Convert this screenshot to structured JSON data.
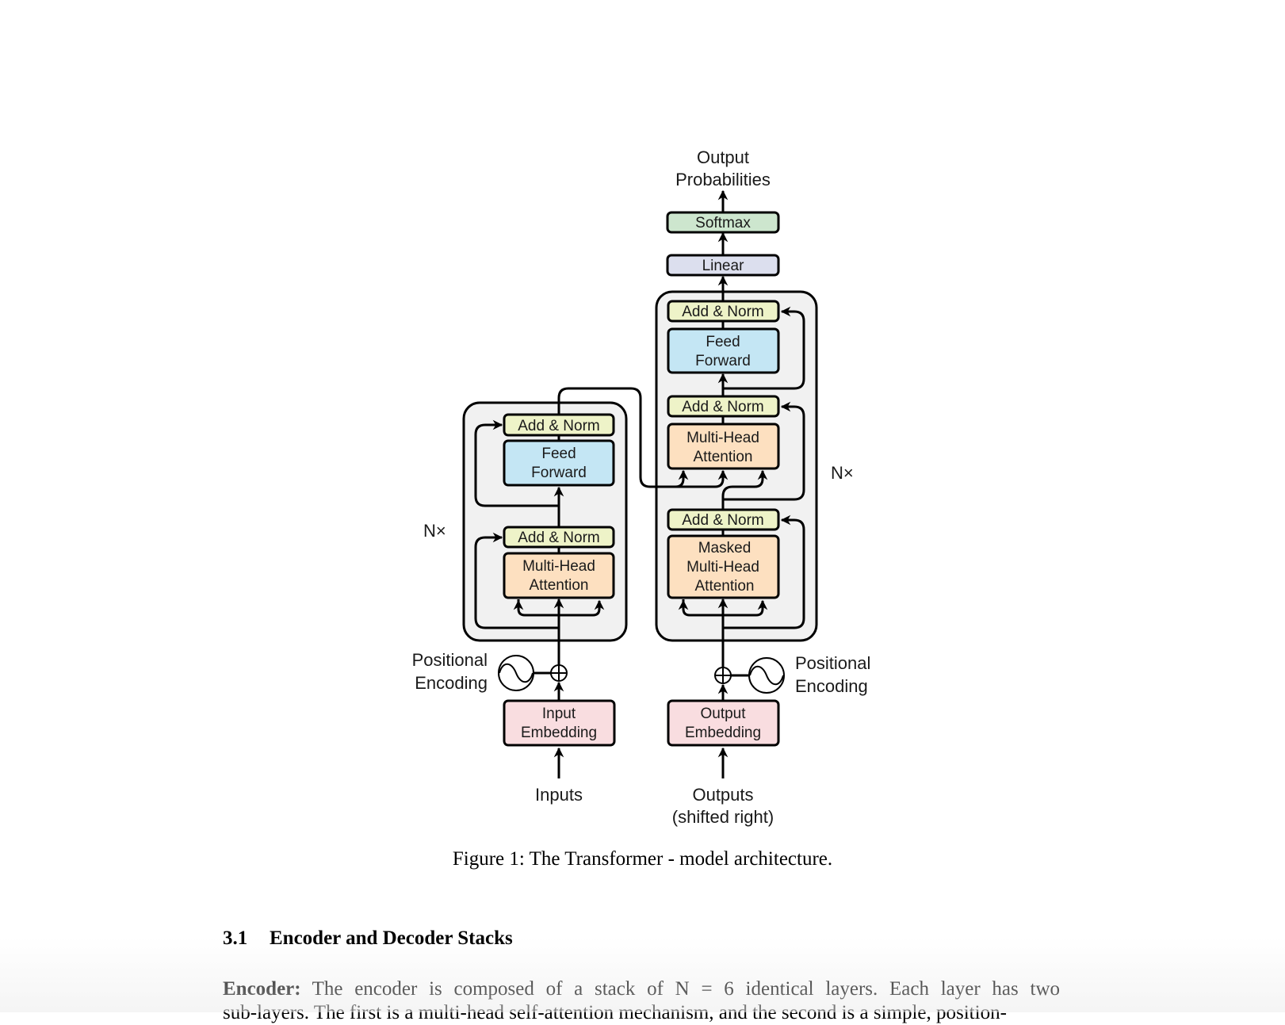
{
  "figure": {
    "caption": "Figure 1: The Transformer - model architecture.",
    "colors": {
      "add_norm": "#eef3c8",
      "feed_forward": "#c4e6f4",
      "attention": "#fde0c0",
      "embedding": "#f9dde0",
      "linear": "#dcdfee",
      "softmax": "#cde6ce",
      "layer_bg": "#f1f1f1",
      "stroke": "#000000"
    },
    "top_label": [
      "Output",
      "Probabilities"
    ],
    "softmax": "Softmax",
    "linear": "Linear",
    "encoder": {
      "repeat": "N×",
      "add_norm_top": "Add & Norm",
      "feed_forward": [
        "Feed",
        "Forward"
      ],
      "add_norm_bottom": "Add & Norm",
      "attention": [
        "Multi-Head",
        "Attention"
      ],
      "positional_encoding": [
        "Positional",
        "Encoding"
      ],
      "embedding": [
        "Input",
        "Embedding"
      ],
      "input_label": "Inputs"
    },
    "decoder": {
      "repeat": "N×",
      "add_norm_top": "Add & Norm",
      "feed_forward": [
        "Feed",
        "Forward"
      ],
      "add_norm_mid": "Add & Norm",
      "attention": [
        "Multi-Head",
        "Attention"
      ],
      "add_norm_bottom": "Add & Norm",
      "masked_attention": [
        "Masked",
        "Multi-Head",
        "Attention"
      ],
      "positional_encoding": [
        "Positional",
        "Encoding"
      ],
      "embedding": [
        "Output",
        "Embedding"
      ],
      "input_label": [
        "Outputs",
        "(shifted right)"
      ]
    }
  },
  "section": {
    "number": "3.1",
    "title": "Encoder and Decoder Stacks"
  },
  "paragraph": {
    "lead": "Encoder:",
    "line1": "The encoder is composed of a stack of N = 6 identical layers. Each layer has two",
    "line2": "sub-layers. The first is a multi-head self-attention mechanism, and the second is a simple, position-"
  }
}
